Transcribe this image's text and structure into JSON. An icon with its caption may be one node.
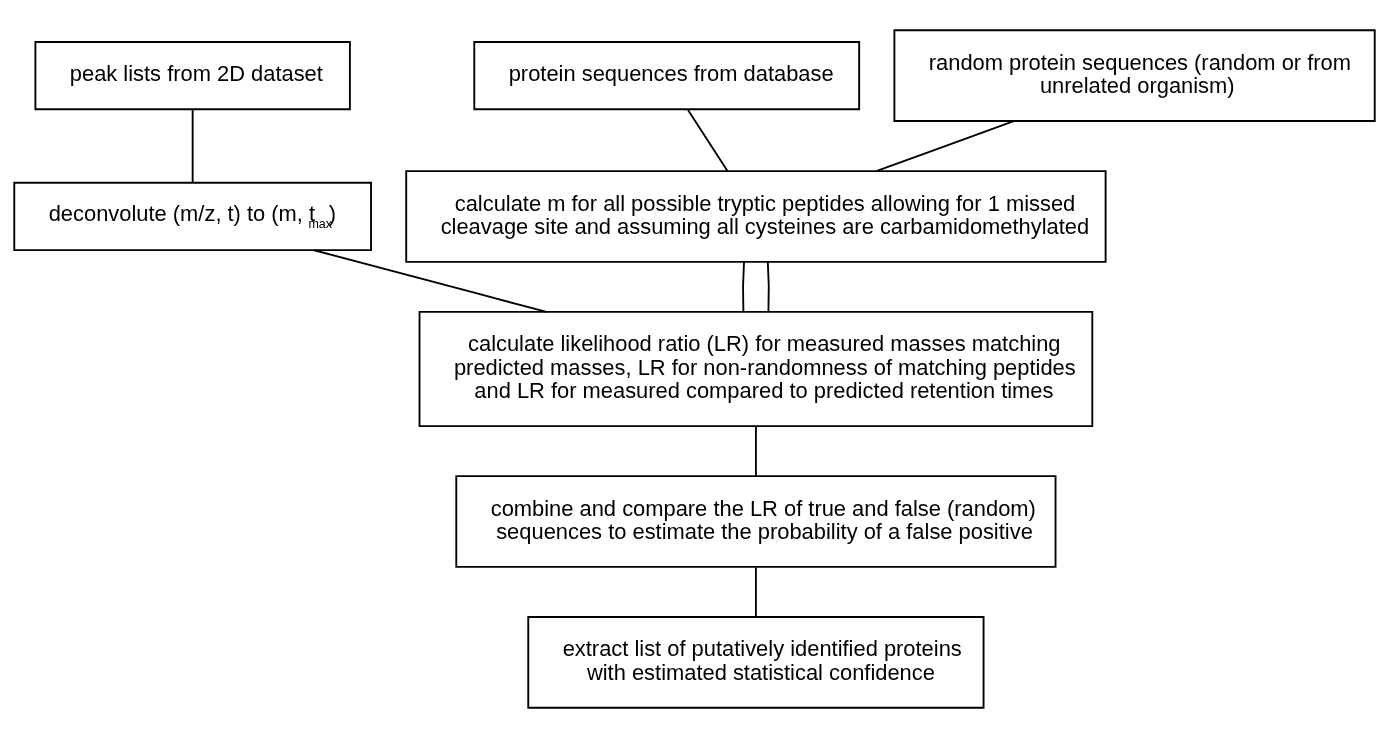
{
  "diagram": {
    "nodes": [
      {
        "text": [
          "peak lists from 2D dataset"
        ]
      },
      {
        "text": [
          "protein sequences from database"
        ]
      },
      {
        "text": [
          "random protein sequences (random or from unrelated organism)"
        ]
      },
      {
        "text": [
          "deconvolute (m/z, t) to (m, t$_{max}$)"
        ]
      },
      {
        "text": [
          "calculate m for all possible tryptic peptides allowing for 1 missed cleavage site and assuming all cysteines are carbamidomethylated"
        ]
      },
      {
        "text": [
          "calculate likelihood ratio (LR) for measured masses matching predicted masses, LR for non-randomness of matching peptides and LR for measured compared to predicted retention times"
        ]
      },
      {
        "text": [
          "combine and compare the LR of true and false (random) sequences to estimate the probability of a false positive"
        ]
      },
      {
        "text": [
          "extract list of putatively identified proteins with estimated statistical confidence"
        ]
      }
    ],
    "edges": [
      {
        "from": 0,
        "to": 3,
        "arrow": "none"
      },
      {
        "from": 1,
        "to": 4,
        "arrow": "none"
      },
      {
        "from": 2,
        "to": 4,
        "arrow": "none"
      },
      {
        "from": 3,
        "to": 5,
        "arrow": "none"
      },
      {
        "from": 4,
        "to": 5,
        "arrow": "none"
      },
      {
        "from": 4,
        "to": 5,
        "arrow": "none"
      },
      {
        "from": 5,
        "to": 6,
        "arrow": "none"
      },
      {
        "from": 6,
        "to": 7,
        "arrow": "none"
      }
    ]
  }
}
